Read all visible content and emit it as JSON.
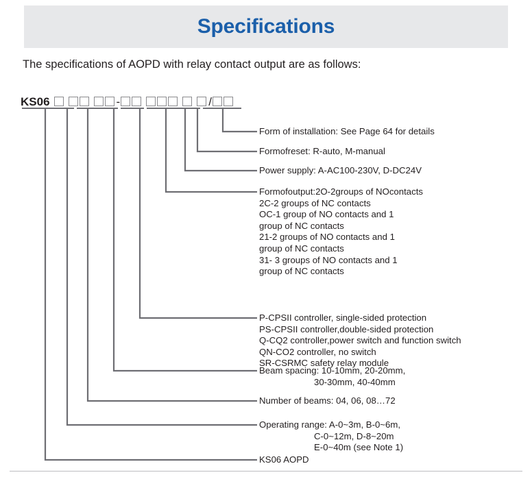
{
  "page": {
    "title": "Specifications",
    "intro": "The specifications of AOPD with relay contact output are as follows:",
    "title_color": "#1b5faa",
    "band_color": "#e7e8ea",
    "line_color": "#6e6e73"
  },
  "model_code": {
    "prefix": "KS06",
    "separator_dash": "-",
    "separator_slash": "/",
    "groups": [
      {
        "boxes": 1
      },
      {
        "boxes": 2
      },
      {
        "boxes": 2
      },
      {
        "boxes": 2
      },
      {
        "boxes": 3
      },
      {
        "boxes": 1
      },
      {
        "boxes": 1
      },
      {
        "boxes": 2
      }
    ]
  },
  "callouts": [
    {
      "id": "form-of-installation",
      "lines": [
        "Form of installation: See Page 64 for details"
      ],
      "indents": [
        0
      ]
    },
    {
      "id": "form-of-reset",
      "lines": [
        "Formofreset: R-auto, M-manual"
      ],
      "indents": [
        0
      ]
    },
    {
      "id": "power-supply",
      "lines": [
        "Power supply: A-AC100-230V, D-DC24V"
      ],
      "indents": [
        0
      ]
    },
    {
      "id": "form-of-output",
      "lines": [
        "Formofoutput:2O-2groups of NOcontacts",
        "2C-2 groups of NC contacts",
        "OC-1 group of NO contacts and 1",
        "group of NC contacts",
        "21-2 groups of NO contacts and 1",
        "group of NC contacts",
        "31- 3 groups of NO contacts and 1",
        "group of NC contacts"
      ],
      "indents": [
        0,
        1,
        1,
        1,
        1,
        1,
        1,
        1
      ]
    },
    {
      "id": "controller-type",
      "lines": [
        "P-CPSII controller, single-sided protection",
        "PS-CPSII controller,double-sided protection",
        "Q-CQ2 controller,power switch and function switch",
        "QN-CO2 controller, no switch",
        "SR-CSRMC safety relay module"
      ],
      "indents": [
        0,
        0,
        0,
        0,
        0
      ]
    },
    {
      "id": "beam-spacing",
      "lines": [
        "Beam spacing: 10-10mm, 20-20mm,",
        "30-30mm, 40-40mm"
      ],
      "indents": [
        0,
        2
      ]
    },
    {
      "id": "number-of-beams",
      "lines": [
        "Number of beams: 04, 06, 08…72"
      ],
      "indents": [
        0
      ]
    },
    {
      "id": "operating-range",
      "lines": [
        "Operating range: A-0~3m, B-0~6m,",
        "C-0~12m, D-8~20m",
        "E-0~40m (see Note 1)"
      ],
      "indents": [
        0,
        2,
        2
      ]
    },
    {
      "id": "product-family",
      "lines": [
        "KS06 AOPD"
      ],
      "indents": [
        0
      ]
    }
  ]
}
